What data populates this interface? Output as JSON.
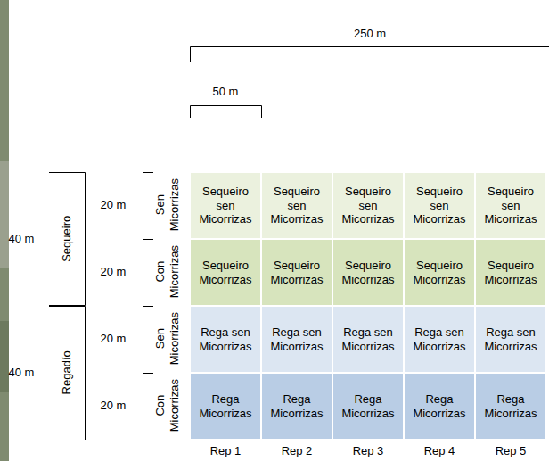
{
  "diagram": {
    "nodes": [
      {
        "text": [
          "Sequeiro sen Micorrizas"
        ]
      },
      {
        "text": [
          "Sequeiro sen Micorrizas"
        ]
      },
      {
        "text": [
          "Sequeiro sen Micorrizas"
        ]
      },
      {
        "text": [
          "Sequeiro sen Micorrizas"
        ]
      },
      {
        "text": [
          "Sequeiro sen Micorrizas"
        ]
      },
      {
        "text": [
          "Sequeiro Micorrizas"
        ]
      },
      {
        "text": [
          "Sequeiro Micorrizas"
        ]
      },
      {
        "text": [
          "Sequeiro Micorrizas"
        ]
      },
      {
        "text": [
          "Sequeiro Micorrizas"
        ]
      },
      {
        "text": [
          "Sequeiro Micorrizas"
        ]
      },
      {
        "text": [
          "Rega sen Micorrizas"
        ]
      },
      {
        "text": [
          "Rega sen Micorrizas"
        ]
      },
      {
        "text": [
          "Rega sen Micorrizas"
        ]
      },
      {
        "text": [
          "Rega sen Micorrizas"
        ]
      },
      {
        "text": [
          "Rega sen Micorrizas"
        ]
      },
      {
        "text": [
          "Rega Micorrizas"
        ]
      },
      {
        "text": [
          "Rega Micorrizas"
        ]
      },
      {
        "text": [
          "Rega Micorrizas"
        ]
      },
      {
        "text": [
          "Rega Micorrizas"
        ]
      },
      {
        "text": [
          "Rega Micorrizas"
        ]
      }
    ],
    "labels": [
      "250 m",
      "50 m",
      "40 m",
      "Sequeiro",
      "20 m",
      "Sen Micorrizas",
      "20 m",
      "Con Micorrizas",
      "40 m",
      "Regadío",
      "20 m",
      "Sen Micorrizas",
      "20 m",
      "Con Micorrizas",
      "Rep 1",
      "Rep 2",
      "Rep 3",
      "Rep 4",
      "Rep 5"
    ]
  }
}
